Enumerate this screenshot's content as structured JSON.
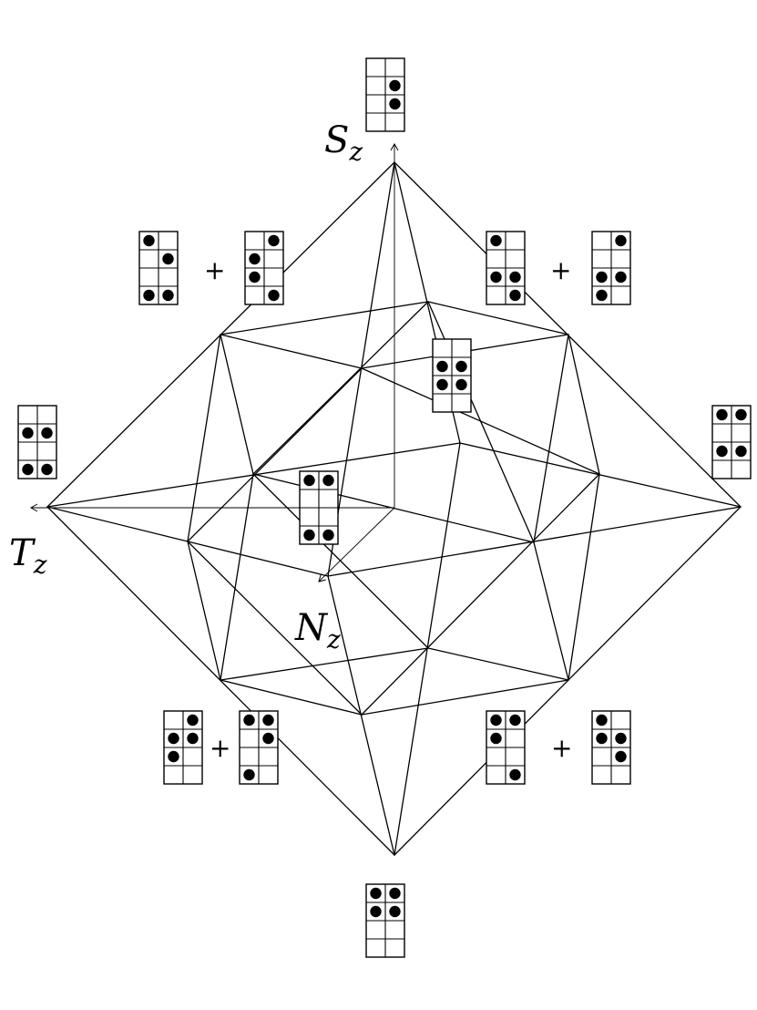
{
  "axes": {
    "s": {
      "main": "S",
      "sub": "z"
    },
    "t": {
      "main": "T",
      "sub": "z"
    },
    "n": {
      "main": "N",
      "sub": "z"
    }
  },
  "plus_sign": "+",
  "grids": [
    {
      "name": "grid-top",
      "dots": [
        [
          0,
          0,
          0,
          0
        ],
        [
          0,
          1,
          1,
          0
        ]
      ]
    },
    {
      "name": "grid-upper-left-a",
      "dots": [
        [
          1,
          0,
          0,
          1
        ],
        [
          0,
          1,
          0,
          1
        ]
      ]
    },
    {
      "name": "grid-upper-left-b",
      "dots": [
        [
          0,
          1,
          1,
          0
        ],
        [
          1,
          0,
          0,
          1
        ]
      ]
    },
    {
      "name": "grid-upper-right-a",
      "dots": [
        [
          1,
          0,
          1,
          0
        ],
        [
          0,
          0,
          1,
          1
        ]
      ]
    },
    {
      "name": "grid-upper-right-b",
      "dots": [
        [
          0,
          0,
          1,
          1
        ],
        [
          1,
          0,
          1,
          0
        ]
      ]
    },
    {
      "name": "grid-center-upper",
      "dots": [
        [
          0,
          1,
          1,
          0
        ],
        [
          0,
          1,
          1,
          0
        ]
      ]
    },
    {
      "name": "grid-left",
      "dots": [
        [
          0,
          1,
          0,
          1
        ],
        [
          0,
          1,
          0,
          1
        ]
      ]
    },
    {
      "name": "grid-right",
      "dots": [
        [
          1,
          0,
          1,
          0
        ],
        [
          1,
          0,
          1,
          0
        ]
      ]
    },
    {
      "name": "grid-center",
      "dots": [
        [
          1,
          0,
          0,
          1
        ],
        [
          1,
          0,
          0,
          1
        ]
      ]
    },
    {
      "name": "grid-lower-left-a",
      "dots": [
        [
          0,
          1,
          1,
          0
        ],
        [
          1,
          1,
          0,
          0
        ]
      ]
    },
    {
      "name": "grid-lower-left-b",
      "dots": [
        [
          1,
          0,
          0,
          1
        ],
        [
          1,
          1,
          0,
          0
        ]
      ]
    },
    {
      "name": "grid-lower-right-a",
      "dots": [
        [
          1,
          1,
          0,
          0
        ],
        [
          1,
          0,
          0,
          1
        ]
      ]
    },
    {
      "name": "grid-lower-right-b",
      "dots": [
        [
          1,
          1,
          0,
          0
        ],
        [
          0,
          1,
          1,
          0
        ]
      ]
    },
    {
      "name": "grid-bottom",
      "dots": [
        [
          1,
          1,
          0,
          0
        ],
        [
          1,
          1,
          0,
          0
        ]
      ]
    }
  ]
}
